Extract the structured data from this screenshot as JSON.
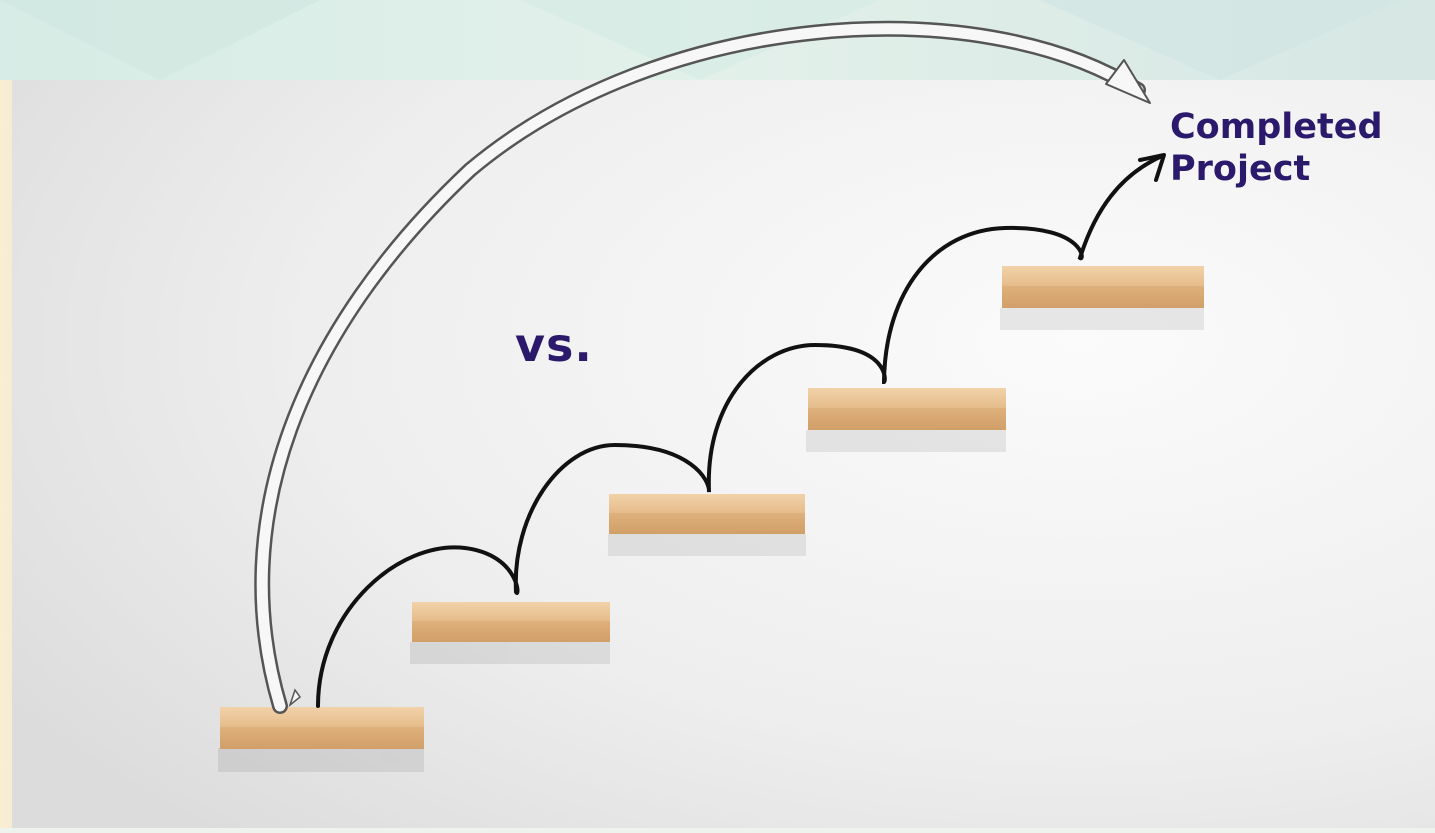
{
  "labels": {
    "target_line1": "Completed",
    "target_line2": "Project",
    "versus": "vs."
  },
  "steps": {
    "count": 5
  },
  "colors": {
    "text": "#2b1a6b",
    "wood": "#e3b98a",
    "arrow": "#111111",
    "background": "#e8eae9"
  }
}
